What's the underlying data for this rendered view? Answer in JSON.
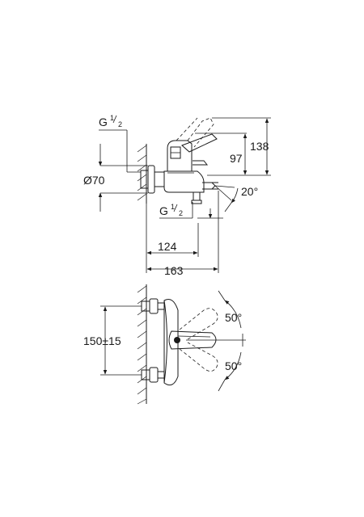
{
  "side_view": {
    "thread_top": {
      "base": "G",
      "sup": "1",
      "sub": "2"
    },
    "diameter": "Ø70",
    "height_97": "97",
    "height_138": "138",
    "angle_spout": "20°",
    "thread_bottom": {
      "base": "G",
      "sup": "1",
      "sub": "2"
    },
    "depth_124": "124",
    "depth_163": "163"
  },
  "front_view": {
    "spacing": "150±15",
    "angle_up": "50°",
    "angle_down": "50°"
  }
}
